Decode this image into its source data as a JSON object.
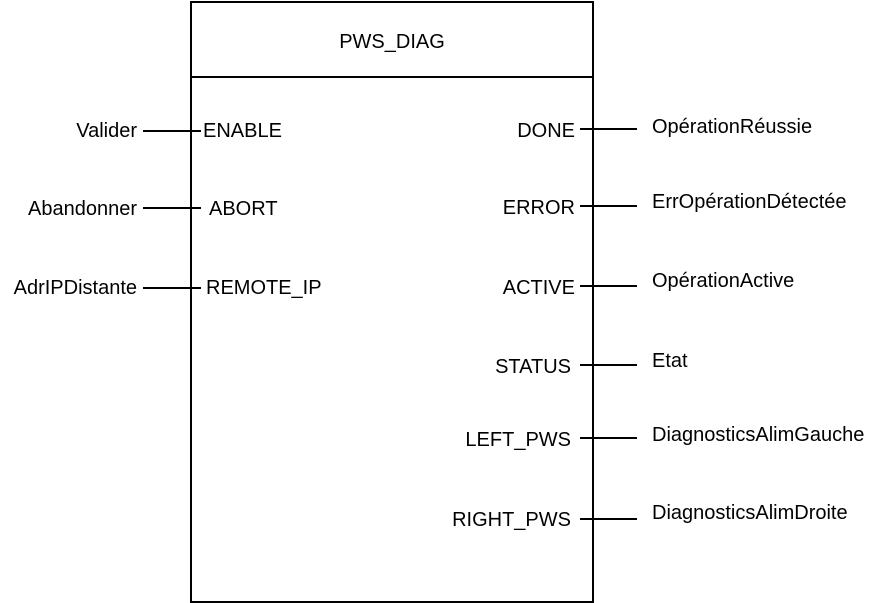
{
  "block": {
    "title": "PWS_DIAG"
  },
  "inputs": [
    {
      "pin": "ENABLE",
      "variable": "Valider"
    },
    {
      "pin": "ABORT",
      "variable": "Abandonner"
    },
    {
      "pin": "REMOTE_IP",
      "variable": "AdrIPDistante"
    }
  ],
  "outputs": [
    {
      "pin": "DONE",
      "variable": "OpérationRéussie"
    },
    {
      "pin": "ERROR",
      "variable": "ErrOpérationDétectée"
    },
    {
      "pin": "ACTIVE",
      "variable": "OpérationActive"
    },
    {
      "pin": "STATUS",
      "variable": "Etat"
    },
    {
      "pin": "LEFT_PWS",
      "variable": "DiagnosticsAlimGauche"
    },
    {
      "pin": "RIGHT_PWS",
      "variable": "DiagnosticsAlimDroite"
    }
  ]
}
